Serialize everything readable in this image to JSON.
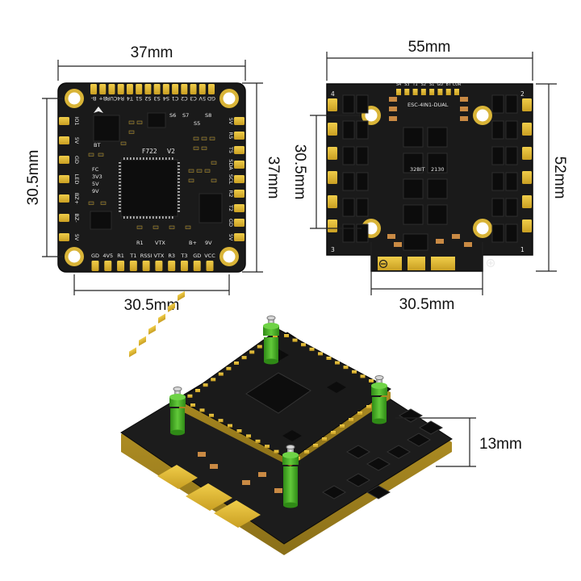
{
  "colors": {
    "pcb": "#1a1a1a",
    "pcb_dark": "#0f0f0f",
    "pad_gold": "#e2bb34",
    "pad_gold_dark": "#b8921c",
    "chip": "#101010",
    "silk": "#e9e9e9",
    "standoff_green": "#4caf2a",
    "standoff_metal": "#b9b9b9",
    "dimension_line": "#222222"
  },
  "fc_board": {
    "width_label": "37mm",
    "height_label": "37mm",
    "hole_spacing_x_label": "30.5mm",
    "hole_spacing_y_label": "30.5mm",
    "chip_label": "F722",
    "version_label": "V2",
    "top_pads": [
      "B-",
      "B+",
      "CUR",
      "R4",
      "T4",
      "S1",
      "S2",
      "S3",
      "S4",
      "C1",
      "C2",
      "C3",
      "5V",
      "GD"
    ],
    "right_pads": [
      "5V",
      "R5",
      "T5",
      "SDA",
      "SCL",
      "R2",
      "T2",
      "GD",
      "5V"
    ],
    "left_pads": [
      "IO1",
      "5V",
      "GD",
      "LED",
      "BZ+",
      "BZ-",
      "5V"
    ],
    "bottom_pads": [
      "GD",
      "4V5",
      "R1",
      "T1",
      "RSSI",
      "VTX",
      "R3",
      "T3",
      "GD",
      "VCC"
    ],
    "inner_labels": [
      "BT",
      "S6",
      "S7",
      "S8",
      "S5",
      "FC",
      "3V3",
      "5V",
      "9V",
      "R1",
      "VTX",
      "B+",
      "9V"
    ]
  },
  "esc_board": {
    "width_label": "55mm",
    "height_label": "52mm",
    "hole_spacing_x_label": "30.5mm",
    "hole_spacing_y_label": "30.5mm",
    "title_label": "ESC-4IN1-DUAL",
    "chip_label": "32BIT",
    "chip_sub_label": "2130",
    "top_pads": [
      "S4",
      "S3",
      "T1",
      "S2",
      "S1",
      "GD",
      "BT",
      "CUR"
    ],
    "corner_labels": [
      "4",
      "2",
      "3",
      "1"
    ]
  },
  "stack": {
    "height_label": "13mm"
  }
}
